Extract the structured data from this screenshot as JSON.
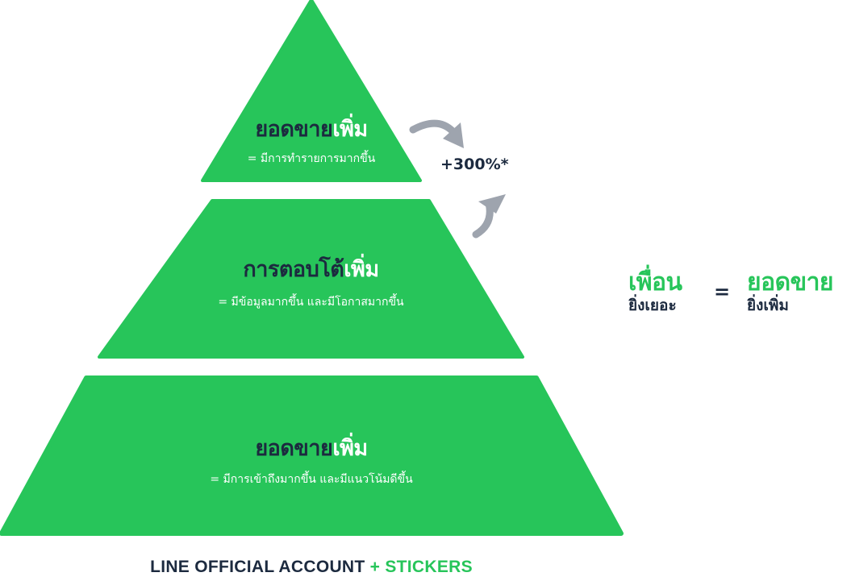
{
  "colors": {
    "pyramid_green": "#27c55a",
    "dark_text": "#1c2a3f",
    "arrow_gray": "#9ea4ae"
  },
  "pyramid": {
    "top": {
      "title_dark": "ยอดขาย",
      "title_light": "เพิ่ม",
      "subtitle": "= มีการทำรายการมากขึ้น"
    },
    "middle": {
      "title_dark": "การตอบโต้",
      "title_light": "เพิ่ม",
      "subtitle": "= มีข้อมูลมากขึ้น และมีโอกาสมากขึ้น"
    },
    "bottom": {
      "title_dark": "ยอดขาย",
      "title_light": "เพิ่ม",
      "subtitle": "= มีการเข้าถึงมากขึ้น และมีแนวโน้มดีขึ้น"
    }
  },
  "growth": {
    "label": "+300%*",
    "arrow_icon": "curved-arrow-icon"
  },
  "equation": {
    "left_big": "เพื่อน",
    "left_small": "ยิ่งเยอะ",
    "sign": "=",
    "right_big": "ยอดขาย",
    "right_small": "ยิ่งเพิ่ม"
  },
  "footer": {
    "brand": "LINE OFFICIAL ACCOUNT",
    "plus": "+ STICKERS"
  }
}
